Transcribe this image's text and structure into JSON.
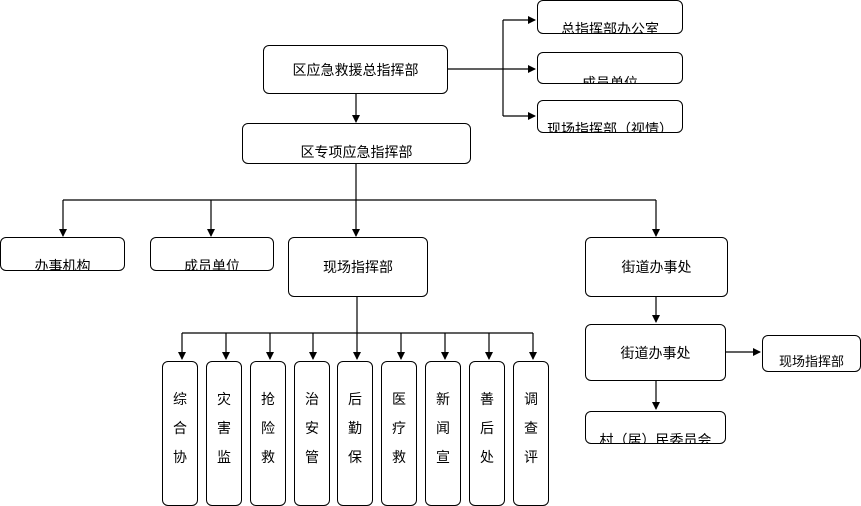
{
  "nodes": {
    "district_hq": "区应急救援总指挥部",
    "hq_office": "总指挥部办公室",
    "hq_members": "成员单位",
    "hq_field": "现场指挥部（视情）",
    "special_hq": "区专项应急指挥部",
    "work_office": "办事机构",
    "special_members": "成员单位",
    "field_hq": "现场指挥部",
    "street_office_1": "街道办事处",
    "street_office_2": "街道办事处",
    "street_field": "现场指挥部",
    "village_committee": "村（居）民委员会"
  },
  "groups": [
    {
      "chars": [
        "综",
        "合",
        "协"
      ]
    },
    {
      "chars": [
        "灾",
        "害",
        "监"
      ]
    },
    {
      "chars": [
        "抢",
        "险",
        "救"
      ]
    },
    {
      "chars": [
        "治",
        "安",
        "管"
      ]
    },
    {
      "chars": [
        "后",
        "勤",
        "保"
      ]
    },
    {
      "chars": [
        "医",
        "疗",
        "救"
      ]
    },
    {
      "chars": [
        "新",
        "闻",
        "宣"
      ]
    },
    {
      "chars": [
        "善",
        "后",
        "处"
      ]
    },
    {
      "chars": [
        "调",
        "查",
        "评"
      ]
    }
  ]
}
